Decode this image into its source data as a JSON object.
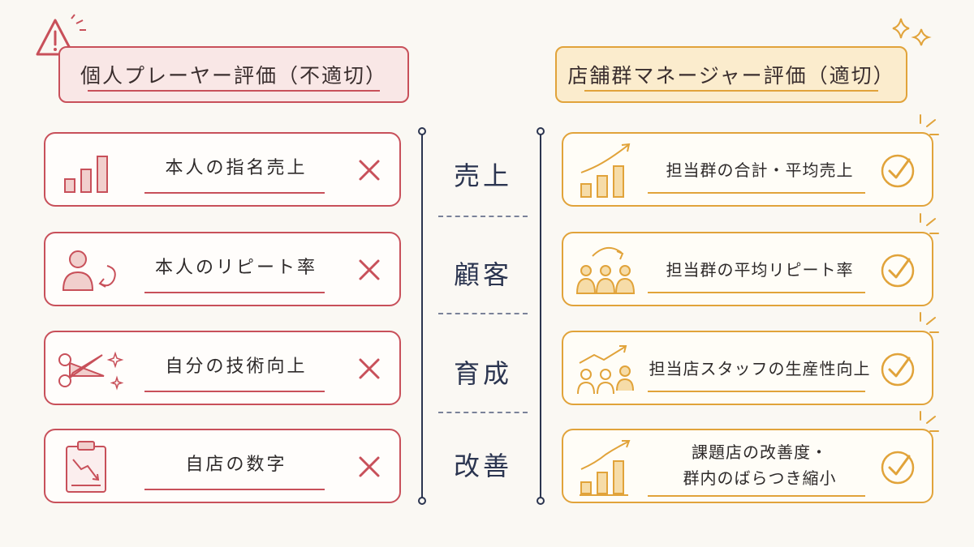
{
  "left_header": {
    "title": "個人プレーヤー評価（不適切）",
    "icon": "warning-icon"
  },
  "right_header": {
    "title": "店舗群マネージャー評価（適切）",
    "icon": "sparkle-icon"
  },
  "left_items": [
    {
      "label": "本人の指名売上",
      "icon": "bar-chart-icon",
      "mark": "x-mark-icon"
    },
    {
      "label": "本人のリピート率",
      "icon": "person-repeat-icon",
      "mark": "x-mark-icon"
    },
    {
      "label": "自分の技術向上",
      "icon": "scissors-icon",
      "mark": "x-mark-icon"
    },
    {
      "label": "自店の数字",
      "icon": "clipboard-chart-icon",
      "mark": "x-mark-icon"
    }
  ],
  "center_labels": [
    "売上",
    "顧客",
    "育成",
    "改善"
  ],
  "right_items": [
    {
      "label": "担当群の合計・平均売上",
      "icon": "rising-bar-chart-icon",
      "mark": "check-icon"
    },
    {
      "label": "担当群の平均リピート率",
      "icon": "group-cycle-icon",
      "mark": "check-icon"
    },
    {
      "label": "担当店スタッフの生産性向上",
      "icon": "team-growth-icon",
      "mark": "check-icon"
    },
    {
      "label_line1": "課題店の改善度・",
      "label_line2": "群内のばらつき縮小",
      "icon": "improving-bar-chart-icon",
      "mark": "check-icon"
    }
  ],
  "colors": {
    "bad": "#c8505a",
    "good": "#e1a33a",
    "center": "#2b3550"
  }
}
